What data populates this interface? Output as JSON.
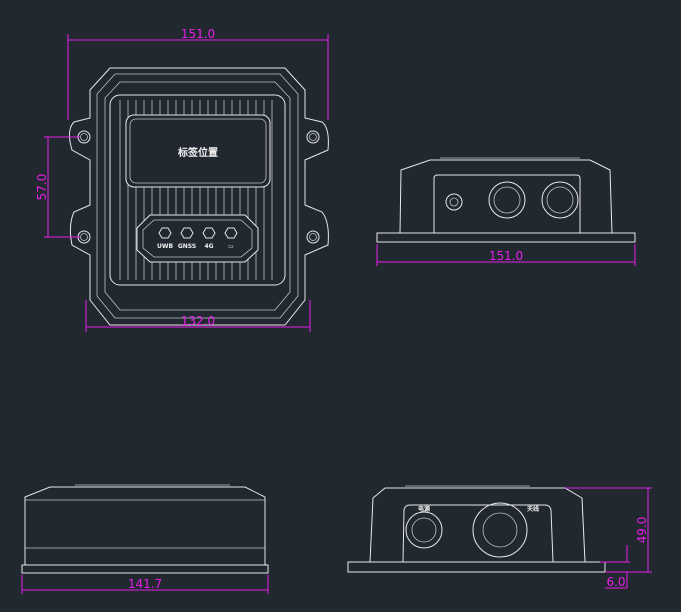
{
  "top_view": {
    "label_area_text": "标签位置",
    "leds": [
      "UWB",
      "GNSS",
      "4G",
      "▭"
    ],
    "dims": {
      "width": "151.0",
      "height": "57.0",
      "inner_width": "132.0"
    }
  },
  "side_view_right": {
    "dims": {
      "width": "151.0"
    }
  },
  "front_view": {
    "dims": {
      "width": "141.7"
    }
  },
  "side_view_ports": {
    "port_labels": [
      "电源",
      "天线"
    ],
    "dims": {
      "height": "49.0",
      "base": "6.0"
    }
  },
  "colors": {
    "background": "#212830",
    "lines": "#e8e8e8",
    "dimensions": "#e81ee8"
  }
}
